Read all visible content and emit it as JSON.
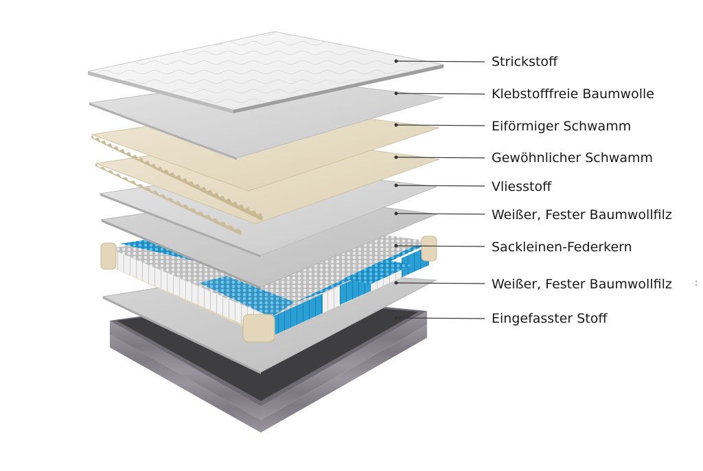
{
  "layers": [
    {
      "id": "knit",
      "label": "Strickstoff"
    },
    {
      "id": "cotton",
      "label": "Klebstofffreie Baumwolle"
    },
    {
      "id": "egg-foam",
      "label": "Eiförmiger Schwamm"
    },
    {
      "id": "regular-foam",
      "label": "Gewöhnlicher Schwamm"
    },
    {
      "id": "nonwoven",
      "label": "Vliesstoff"
    },
    {
      "id": "felt-top",
      "label": "Weißer, Fester Baumwollfilz"
    },
    {
      "id": "springs",
      "label": "Sackleinen-Federkern"
    },
    {
      "id": "felt-bottom",
      "label": "Weißer, Fester Baumwollfilz"
    },
    {
      "id": "base",
      "label": "Eingefasster Stoff"
    }
  ],
  "stray_mark": ":",
  "colors": {
    "knit": "#f4f4f4",
    "sheet": "#d9d9d9",
    "foam": "#e9dfc8",
    "felt": "#c9c9c9",
    "spring_blue": "#2a9fd6",
    "spring_white": "#f2f2f2",
    "spring_grey": "#b4b4b4",
    "corner": "#e3d6bb",
    "base_top": "#454545",
    "base_side": "#8a8690",
    "leader": "#333333"
  }
}
